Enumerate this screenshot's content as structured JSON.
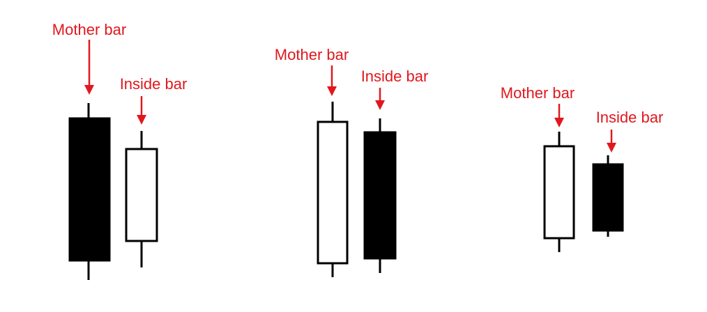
{
  "colors": {
    "annotation": "#e0181e",
    "candle_fill_dark": "#000000",
    "candle_fill_light": "#ffffff",
    "candle_outline": "#000000",
    "background": "#ffffff"
  },
  "labels": {
    "mother_bar": "Mother bar",
    "inside_bar": "Inside bar"
  },
  "examples": [
    {
      "mother": {
        "fill": "dark"
      },
      "inside": {
        "fill": "light"
      }
    },
    {
      "mother": {
        "fill": "light"
      },
      "inside": {
        "fill": "dark"
      }
    },
    {
      "mother": {
        "fill": "light"
      },
      "inside": {
        "fill": "dark"
      }
    }
  ]
}
